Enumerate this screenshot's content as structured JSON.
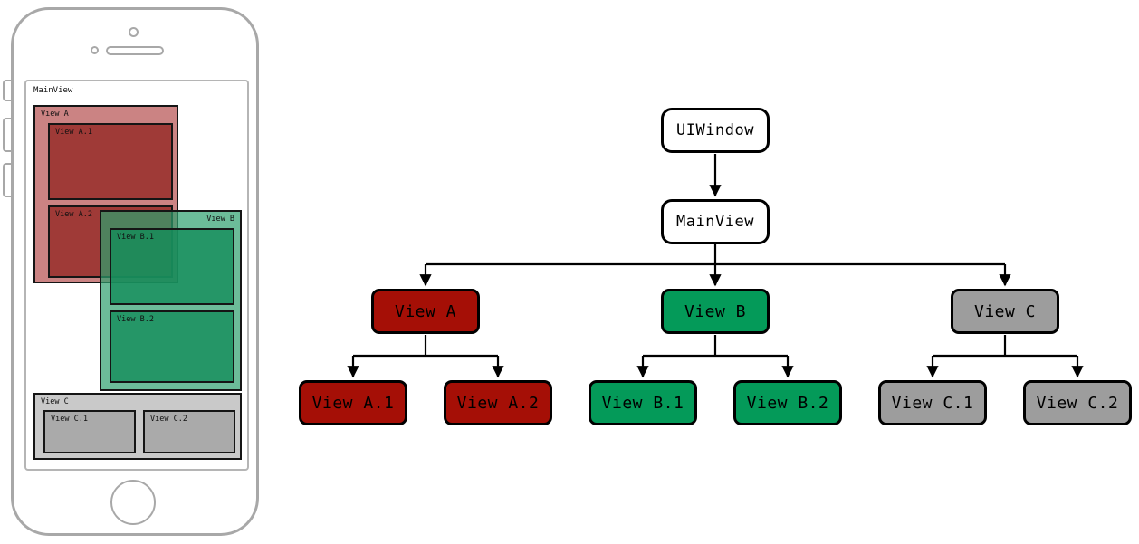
{
  "phone": {
    "mainview_label": "MainView",
    "views": [
      {
        "name": "View A",
        "id": "ph-view-a"
      },
      {
        "name": "View A.1",
        "id": "ph-view-a1"
      },
      {
        "name": "View A.2",
        "id": "ph-view-a2"
      },
      {
        "name": "View B",
        "id": "ph-view-b"
      },
      {
        "name": "View B.1",
        "id": "ph-view-b1"
      },
      {
        "name": "View B.2",
        "id": "ph-view-b2"
      },
      {
        "name": "View C",
        "id": "ph-view-c"
      },
      {
        "name": "View C.1",
        "id": "ph-view-c1"
      },
      {
        "name": "View C.2",
        "id": "ph-view-c2"
      }
    ],
    "hardware": {
      "camera": "camera-icon",
      "sensor": "proximity-sensor-icon",
      "speaker": "earpiece-speaker-icon",
      "home_button": "home-button-icon",
      "mute_switch": "mute-switch-button",
      "volume_up": "volume-up-button",
      "volume_down": "volume-down-button"
    }
  },
  "tree": {
    "nodes": {
      "uiwindow": "UIWindow",
      "mainview": "MainView",
      "view_a": "View A",
      "view_b": "View B",
      "view_c": "View C",
      "view_a1": "View A.1",
      "view_a2": "View A.2",
      "view_b1": "View B.1",
      "view_b2": "View B.2",
      "view_c1": "View C.1",
      "view_c2": "View C.2"
    }
  },
  "colors": {
    "red": "#a50f06",
    "green": "#049a59",
    "grey": "#9d9d9d",
    "white": "#ffffff",
    "stroke": "#000000",
    "phone_frame": "#a8a8a8",
    "phone_view_a_fill": "rgba(165,42,42,0.58)",
    "phone_view_b_fill": "rgba(46,160,110,0.70)",
    "phone_view_c_fill": "#c9c9c9"
  }
}
